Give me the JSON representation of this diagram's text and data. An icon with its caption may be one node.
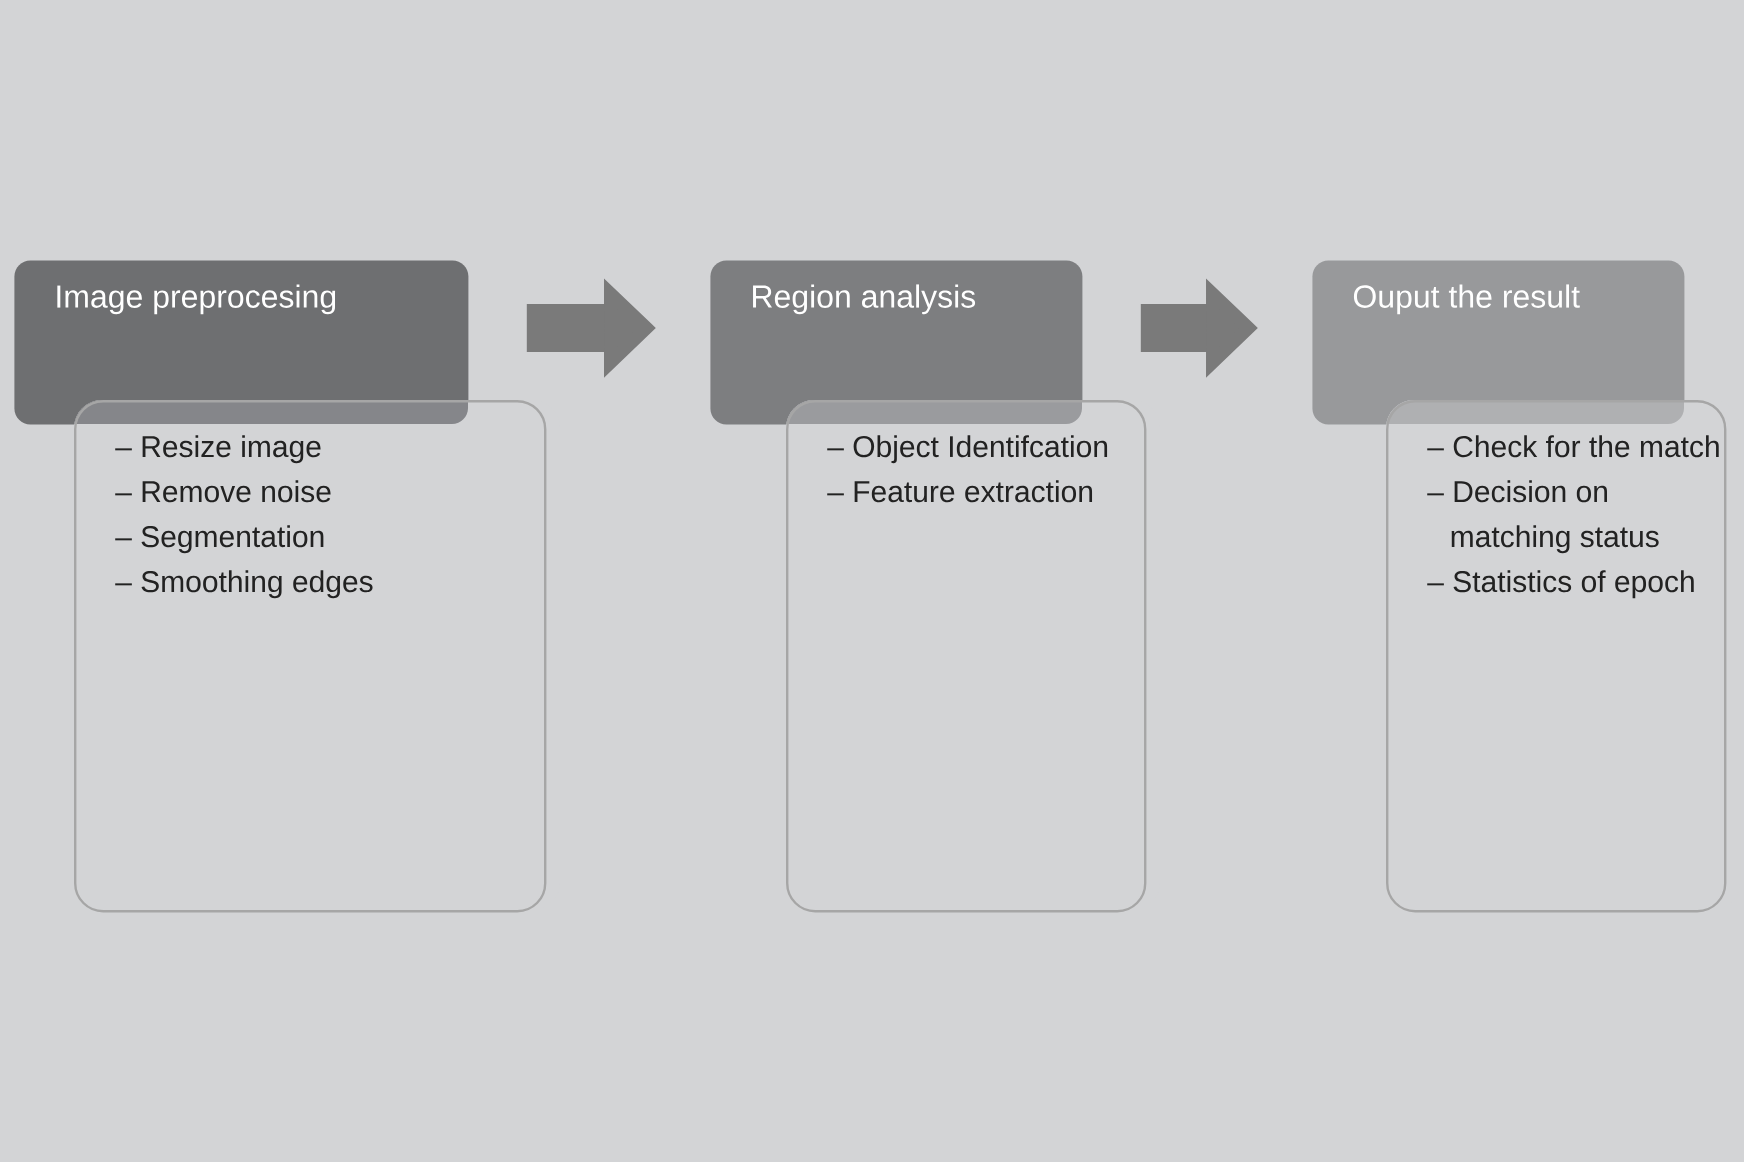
{
  "diagram": {
    "nodes": [
      {
        "text": [
          "Image preprocesing"
        ]
      },
      {
        "text": [
          "– Resize image",
          "– Remove noise",
          "– Segmentation",
          "– Smoothing edges"
        ]
      },
      {
        "text": [
          "Region analysis"
        ]
      },
      {
        "text": [
          "– Object Identifcation",
          "– Feature extraction"
        ]
      },
      {
        "text": [
          "Ouput the result"
        ]
      },
      {
        "text": [
          "– Check for the match",
          "– Decision on matching status",
          "– Statistics of epoch"
        ]
      }
    ],
    "edges": [
      {
        "from": 0,
        "to": 2,
        "arrow": "to"
      },
      {
        "from": 2,
        "to": 4,
        "arrow": "to"
      }
    ]
  }
}
